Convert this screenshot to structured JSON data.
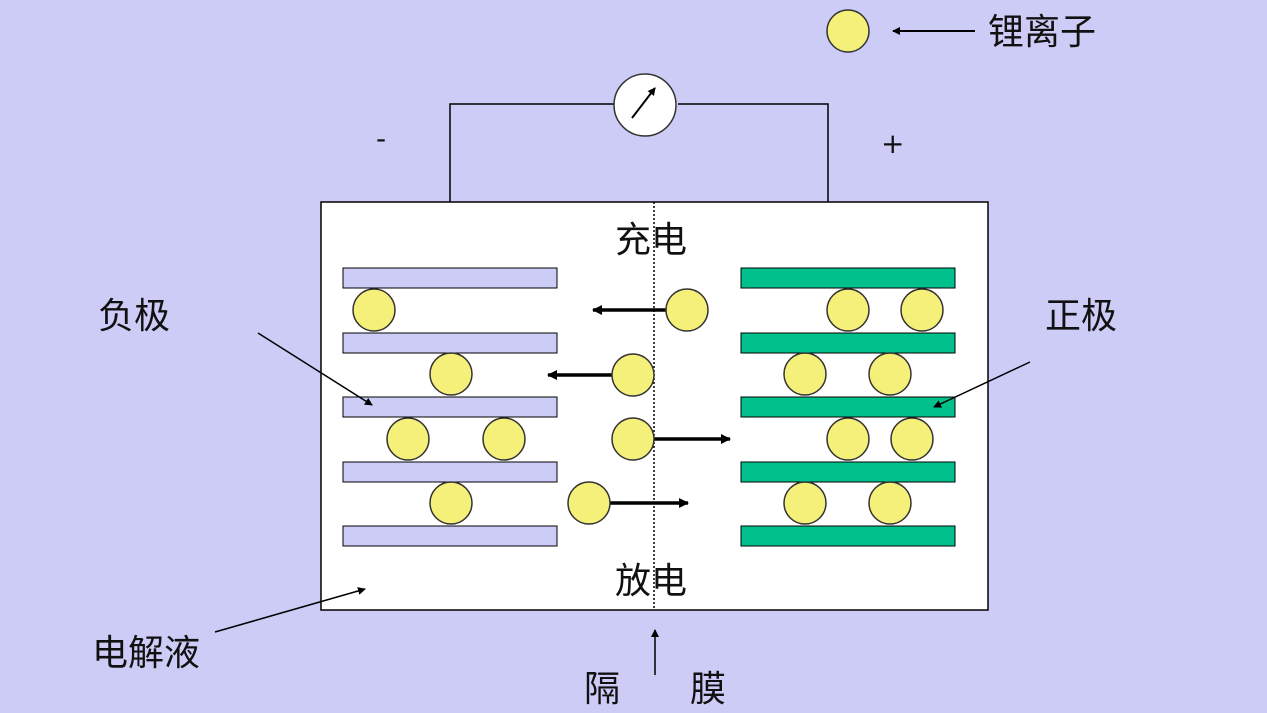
{
  "labels": {
    "lithium_ion": "锂离子",
    "minus": "-",
    "plus": "+",
    "charge": "充电",
    "discharge": "放电",
    "anode": "负极",
    "cathode": "正极",
    "electrolyte": "电解液",
    "separator_left": "隔",
    "separator_right": "膜"
  },
  "colors": {
    "background": "#ccccf7",
    "anode_plate": "#ccccf7",
    "cathode_plate": "#00c08b",
    "ion_fill": "#f5f07a",
    "cell_fill": "#ffffff"
  },
  "icons": {
    "meter": "ammeter-icon"
  }
}
